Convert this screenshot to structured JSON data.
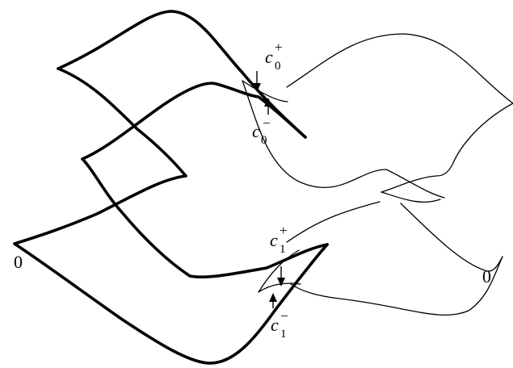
{
  "labels": {
    "c0_plus": {
      "letter": "c",
      "sub": "0",
      "sup": "+"
    },
    "c0_minus": {
      "letter": "c",
      "sub": "0",
      "sup": "−"
    },
    "c1_plus": {
      "letter": "c",
      "sub": "1",
      "sup": "+"
    },
    "c1_minus": {
      "letter": "c",
      "sub": "1",
      "sup": "−"
    },
    "zero_left": "0",
    "zero_right": "0"
  }
}
